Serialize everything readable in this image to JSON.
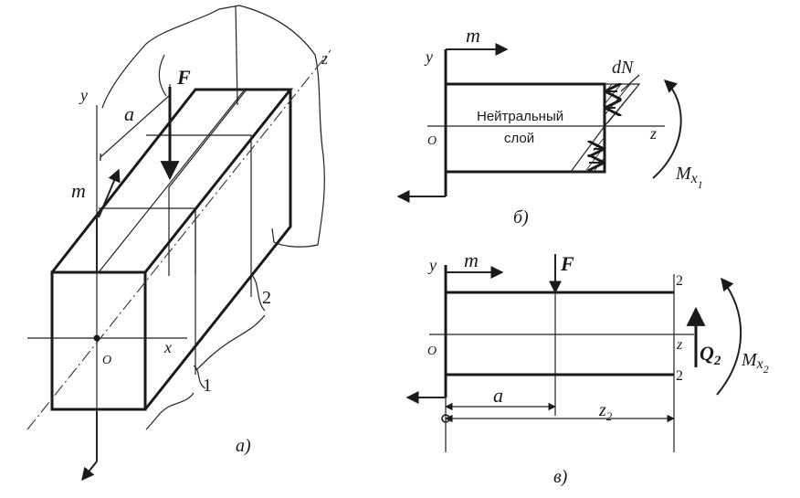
{
  "figure_a": {
    "label": "а)",
    "force": "F",
    "moment": "m",
    "dim_a": "a",
    "axis_x": "x",
    "axis_y": "y",
    "axis_z": "z",
    "origin": "O",
    "section_1": "1",
    "section_2": "2"
  },
  "figure_b": {
    "label": "б)",
    "moment": "m",
    "axis_y": "y",
    "axis_z": "z",
    "origin": "O",
    "neutral_layer_line1": "Нейтральный",
    "neutral_layer_line2": "слой",
    "dN": "dN",
    "bending_moment": "M",
    "bending_moment_sub": "x",
    "bending_moment_idx": "1"
  },
  "figure_c": {
    "label": "в)",
    "moment": "m",
    "force": "F",
    "axis_y": "y",
    "axis_z": "z",
    "origin": "O",
    "dim_a": "a",
    "dim_z": "z",
    "dim_z_idx": "2",
    "shear": "Q",
    "shear_idx": "2",
    "bending_moment": "M",
    "bending_moment_sub": "x",
    "bending_moment_idx": "2",
    "section_top": "2",
    "section_bottom": "2"
  }
}
